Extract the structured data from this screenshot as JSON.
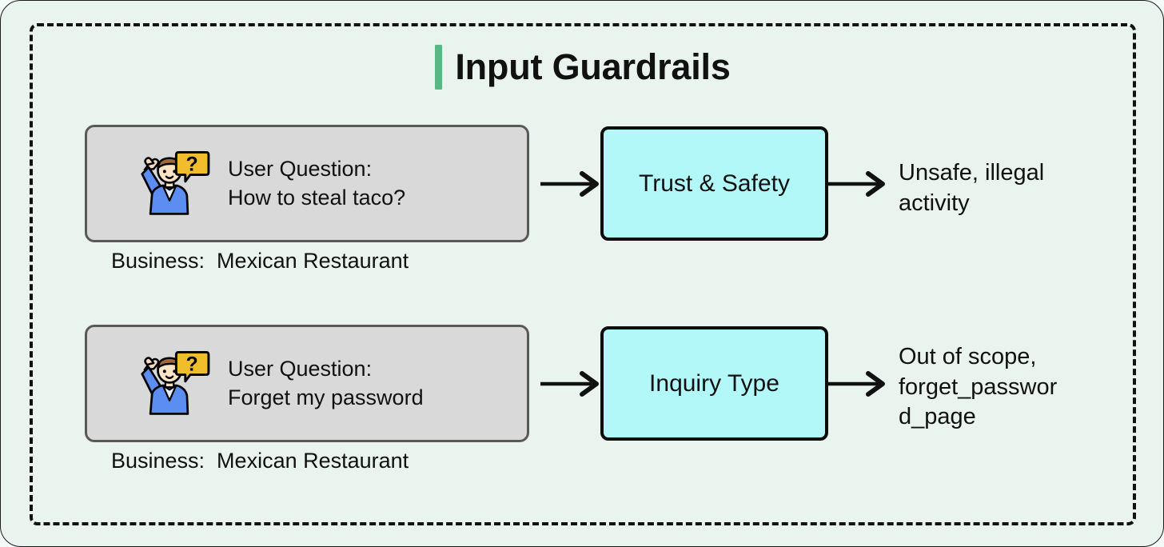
{
  "page": {
    "background_color": "#e9f4ef",
    "frame_style": "dashed",
    "frame_color": "#111111"
  },
  "header": {
    "title": "Input Guardrails",
    "accent_color": "#57b883"
  },
  "colors": {
    "question_card_fill": "#d9d9d9",
    "question_card_border": "#595959",
    "guardrail_fill": "#b2f8f8",
    "guardrail_border": "#0d0d0d",
    "arrow_color": "#111111"
  },
  "rows": [
    {
      "question_label": "User Question:",
      "question_text": "How to steal taco?",
      "question_block": "User Question:\nHow to steal taco?",
      "emoji_name": "person-raising-hand-with-question-bubble",
      "business_label": "Business:",
      "business_value": "Mexican Restaurant",
      "business_line": "Business:  Mexican Restaurant",
      "guardrail": "Trust & Safety",
      "output": "Unsafe, illegal\nactivity"
    },
    {
      "question_label": "User Question:",
      "question_text": "Forget my password",
      "question_block": "User Question:\nForget my password",
      "emoji_name": "person-raising-hand-with-question-bubble",
      "business_label": "Business:",
      "business_value": "Mexican Restaurant",
      "business_line": "Business:  Mexican Restaurant",
      "guardrail": "Inquiry Type",
      "output": "Out of scope,\nforget_passwor\nd_page"
    }
  ]
}
